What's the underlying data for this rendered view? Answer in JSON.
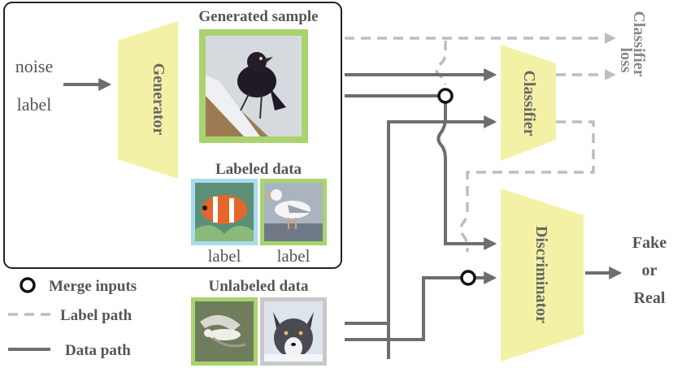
{
  "inputs": {
    "noise": "noise",
    "label": "label"
  },
  "blocks": {
    "generator": "Generator",
    "classifier": "Classifier",
    "discriminator": "Discriminator"
  },
  "titles": {
    "generated_sample": "Generated sample",
    "labeled_data": "Labeled data",
    "unlabeled_data": "Unlabeled data"
  },
  "image_labels": {
    "left": "label",
    "right": "label"
  },
  "outputs": {
    "classifier_loss_line1": "Classifier",
    "classifier_loss_line2": "loss",
    "disc_line1": "Fake",
    "disc_line2": "or",
    "disc_line3": "Real"
  },
  "legend": {
    "merge": "Merge inputs",
    "label_path": "Label path",
    "data_path": "Data path"
  },
  "images": {
    "generated": "bird",
    "labeled_left": "clownfish",
    "labeled_right": "seagull",
    "unlabeled_left": "flying-gull",
    "unlabeled_right": "wolf"
  },
  "colors": {
    "trapezoid": "#f3f1a6",
    "data_path": "#6e6e6e",
    "label_path": "#bdbdbd",
    "frame_green": "#a9d36e",
    "frame_blue": "#a8dcef",
    "frame_gray": "#c8c8c8",
    "text": "#555555"
  }
}
